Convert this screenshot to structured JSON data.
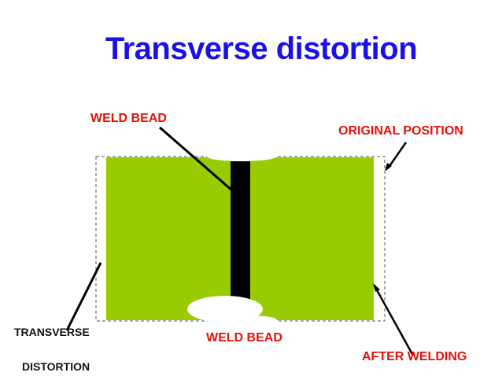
{
  "title": "Transverse distortion",
  "labels": {
    "weld_bead_top": "WELD BEAD",
    "weld_bead_bottom": "WELD BEAD",
    "original_position": "ORIGINAL POSITION",
    "after_welding": "AFTER WELDING",
    "transverse": "TRANSVERSE",
    "distortion": "DISTORTION"
  },
  "colors": {
    "title": "#1a10e8",
    "plate": "#99cc00",
    "weld_bead": "#000000",
    "label_red": "#e3120b",
    "label_black": "#111111",
    "outline": "#555555"
  }
}
